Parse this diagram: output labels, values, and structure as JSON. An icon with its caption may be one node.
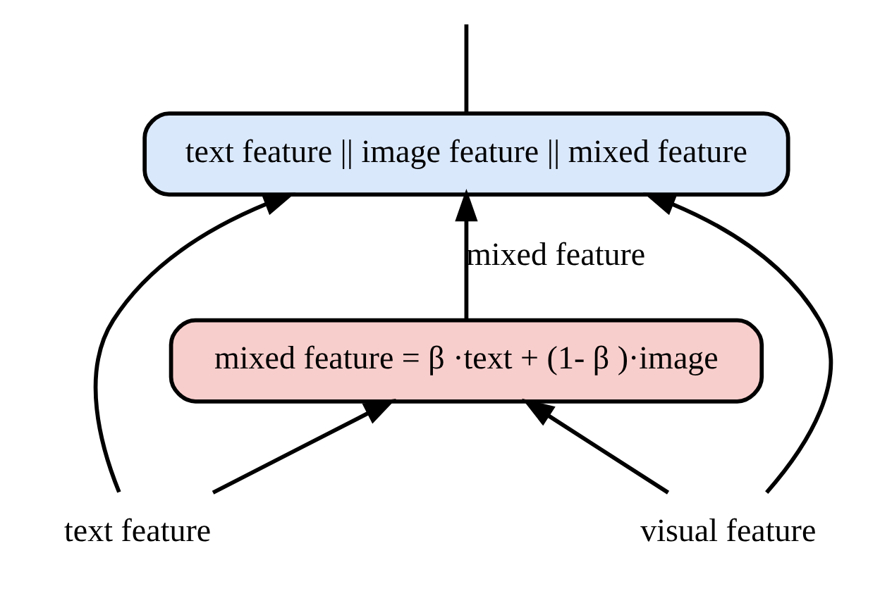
{
  "diagram": {
    "nodes": [
      {
        "text": [
          "text feature || image feature || mixed feature"
        ]
      },
      {
        "text": [
          "mixed feature = β ·text + (1- β )·image"
        ]
      },
      {
        "text": [
          "text feature"
        ]
      },
      {
        "text": [
          "visual feature"
        ]
      }
    ],
    "edges": [
      {
        "from": 2,
        "to": 1,
        "arrow": "to"
      },
      {
        "from": 3,
        "to": 1,
        "arrow": "to"
      },
      {
        "from": 1,
        "to": 0,
        "arrow": "to",
        "label": "mixed feature"
      },
      {
        "from": 2,
        "to": 0,
        "arrow": "to"
      },
      {
        "from": 3,
        "to": 0,
        "arrow": "to"
      },
      {
        "from": 0,
        "to": null,
        "arrow": "none"
      }
    ]
  }
}
